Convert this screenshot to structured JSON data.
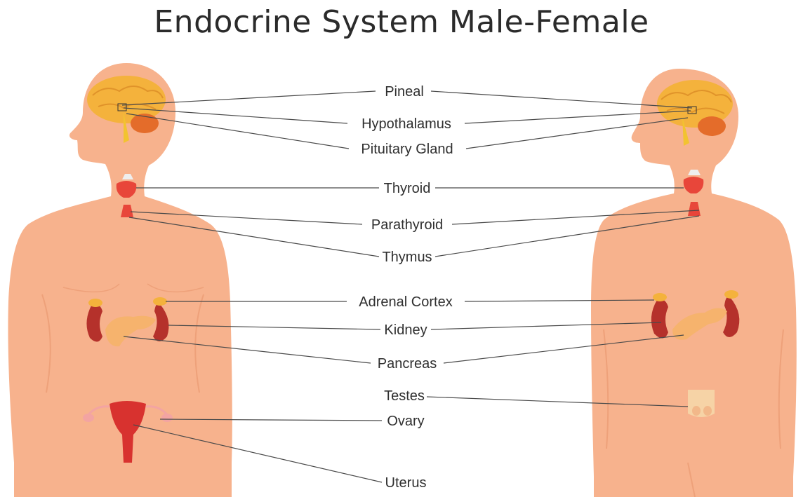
{
  "title": "Endocrine System Male-Female",
  "labels": {
    "pineal": "Pineal",
    "hypothalamus": "Hypothalamus",
    "pituitary": "Pituitary Gland",
    "thyroid": "Thyroid",
    "parathyroid": "Parathyroid",
    "thymus": "Thymus",
    "adrenal": "Adrenal Cortex",
    "kidney": "Kidney",
    "pancreas": "Pancreas",
    "testes": "Testes",
    "ovary": "Ovary",
    "uterus": "Uterus"
  },
  "colors": {
    "skin": "#f7b28d",
    "skin_shadow": "#eea17a",
    "brain": "#f4b23c",
    "gland_red": "#d8322f",
    "kidney": "#b5312b",
    "pancreas": "#f6b36d",
    "line": "#4a4a4a"
  },
  "icons": [
    "female-body",
    "male-body",
    "brain-icon",
    "thyroid-icon",
    "kidney-icon",
    "pancreas-icon",
    "uterus-icon",
    "testes-icon"
  ]
}
